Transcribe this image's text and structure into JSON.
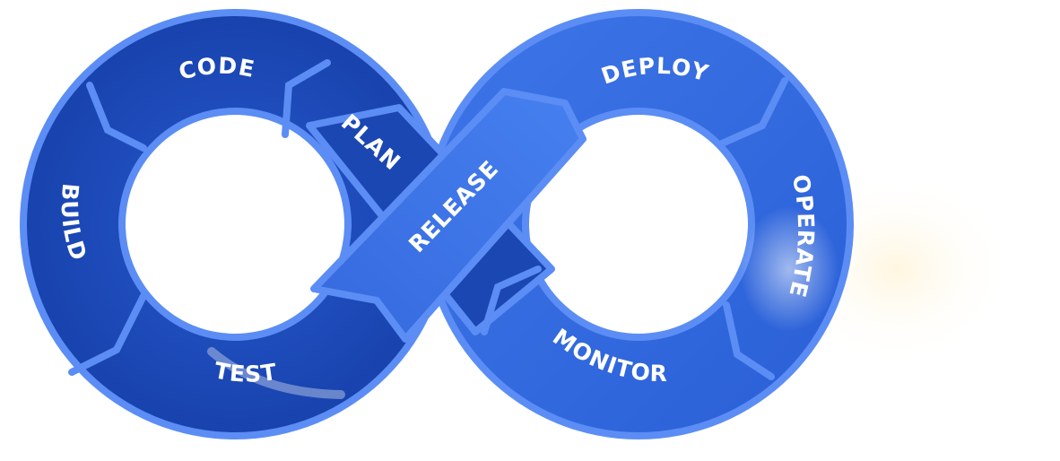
{
  "diagram": {
    "type": "devops-infinity-loop",
    "colors": {
      "dark_segment": "#1b4ab8",
      "mid_segment": "#2a5fd2",
      "light_segment": "#3a72e6",
      "outline": "#5b8df5",
      "label": "#ffffff"
    },
    "stages": [
      {
        "id": "code",
        "label": "CODE"
      },
      {
        "id": "plan",
        "label": "PLAN"
      },
      {
        "id": "build",
        "label": "BUILD"
      },
      {
        "id": "test",
        "label": "TEST"
      },
      {
        "id": "release",
        "label": "RELEASE"
      },
      {
        "id": "deploy",
        "label": "DEPLOY"
      },
      {
        "id": "operate",
        "label": "OPERATE"
      },
      {
        "id": "monitor",
        "label": "MONITOR"
      }
    ]
  }
}
